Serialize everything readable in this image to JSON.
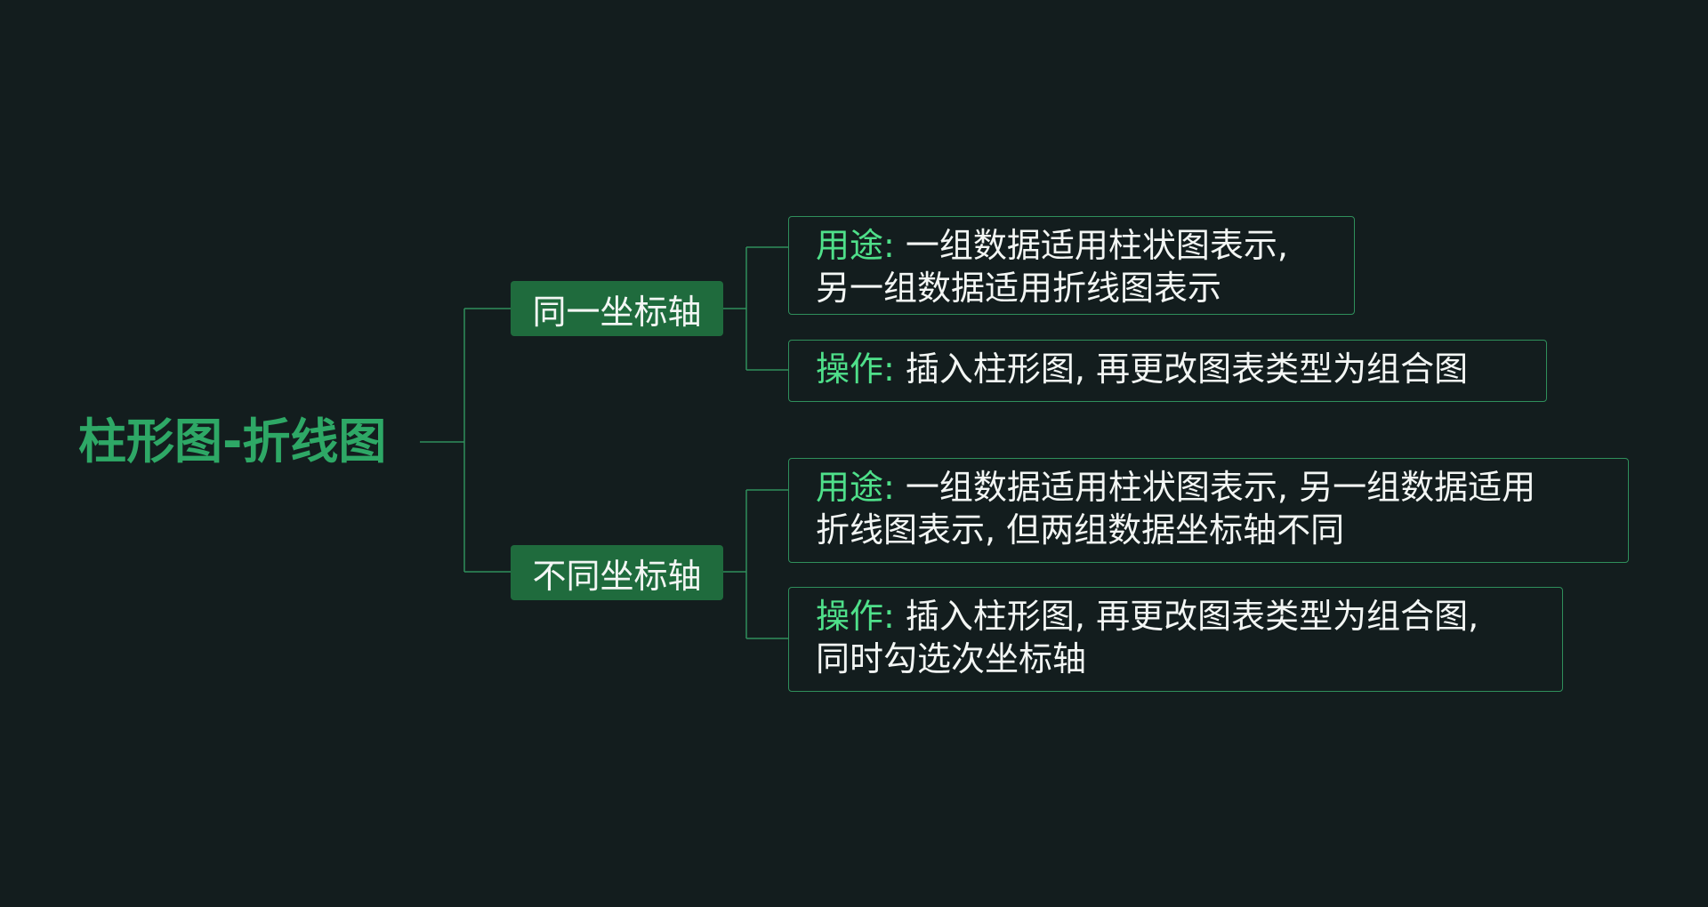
{
  "root": {
    "title": "柱形图-折线图"
  },
  "branches": [
    {
      "label": "同一坐标轴",
      "leaves": [
        {
          "tag": "用途:",
          "lines": [
            "一组数据适用柱状图表示,",
            "另一组数据适用折线图表示"
          ]
        },
        {
          "tag": "操作:",
          "lines": [
            "插入柱形图, 再更改图表类型为组合图"
          ]
        }
      ]
    },
    {
      "label": "不同坐标轴",
      "leaves": [
        {
          "tag": "用途:",
          "lines": [
            "一组数据适用柱状图表示, 另一组数据适用",
            "折线图表示, 但两组数据坐标轴不同"
          ]
        },
        {
          "tag": "操作:",
          "lines": [
            "插入柱形图, 再更改图表类型为组合图,",
            "同时勾选次坐标轴"
          ]
        }
      ]
    }
  ],
  "colors": {
    "background": "#131d1e",
    "root_text": "#2ea866",
    "branch_fill": "#1f6b3d",
    "connector": "#2f8f5b",
    "tag_text": "#4fe08a",
    "body_text": "#f3f6f4"
  }
}
